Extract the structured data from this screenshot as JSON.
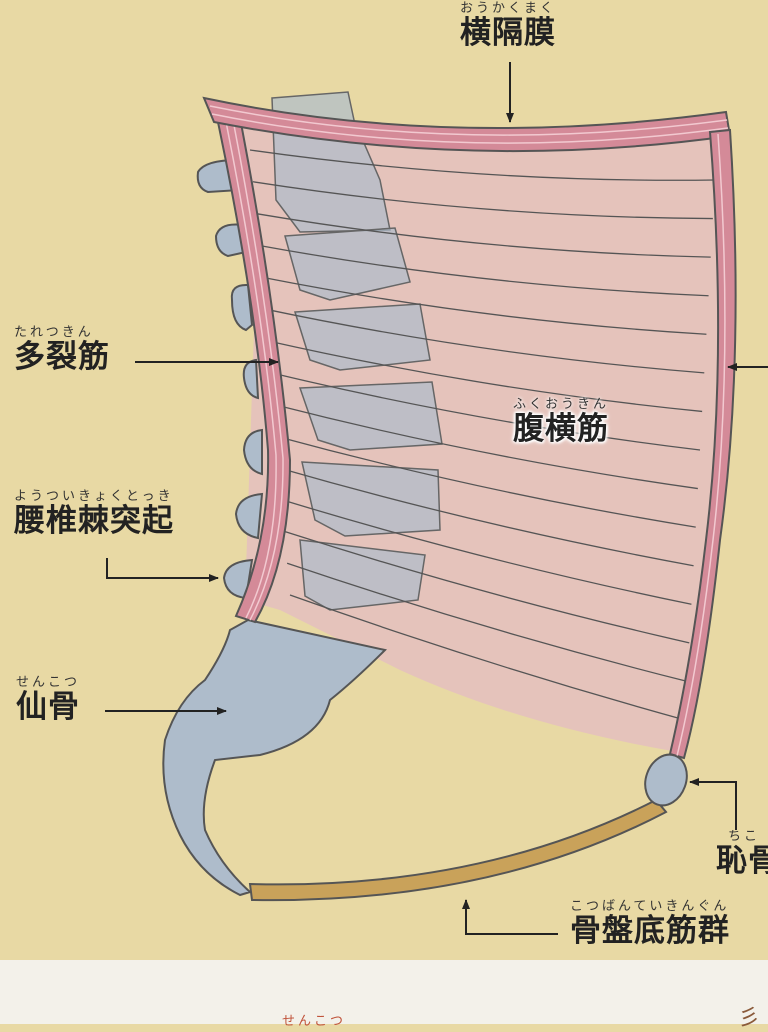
{
  "labels": {
    "diaphragm": {
      "ruby": "おうかくまく",
      "text": "横隔膜"
    },
    "multifidus": {
      "ruby": "たれつきん",
      "text": "多裂筋"
    },
    "transversus": {
      "ruby": "ふくおうきん",
      "text": "腹横筋"
    },
    "spinous": {
      "ruby": "ようついきょくとっき",
      "text": "腰椎棘突起"
    },
    "sacrum": {
      "ruby": "せんこつ",
      "text": "仙骨"
    },
    "pubis": {
      "ruby": "ちこ",
      "text": "恥骨"
    },
    "pelvic_floor": {
      "ruby": "こつばんていきんぐん",
      "text": "骨盤底筋群"
    }
  },
  "footer": {
    "ruby": "せんこつ",
    "corner_text": "彡"
  },
  "colors": {
    "background": "#e8d9a4",
    "muscle_pink": "#d48a98",
    "muscle_fill": "#e5c3bb",
    "bone": "#aebccb",
    "pelvic_floor": "#c9a25a",
    "outline": "#555555"
  }
}
